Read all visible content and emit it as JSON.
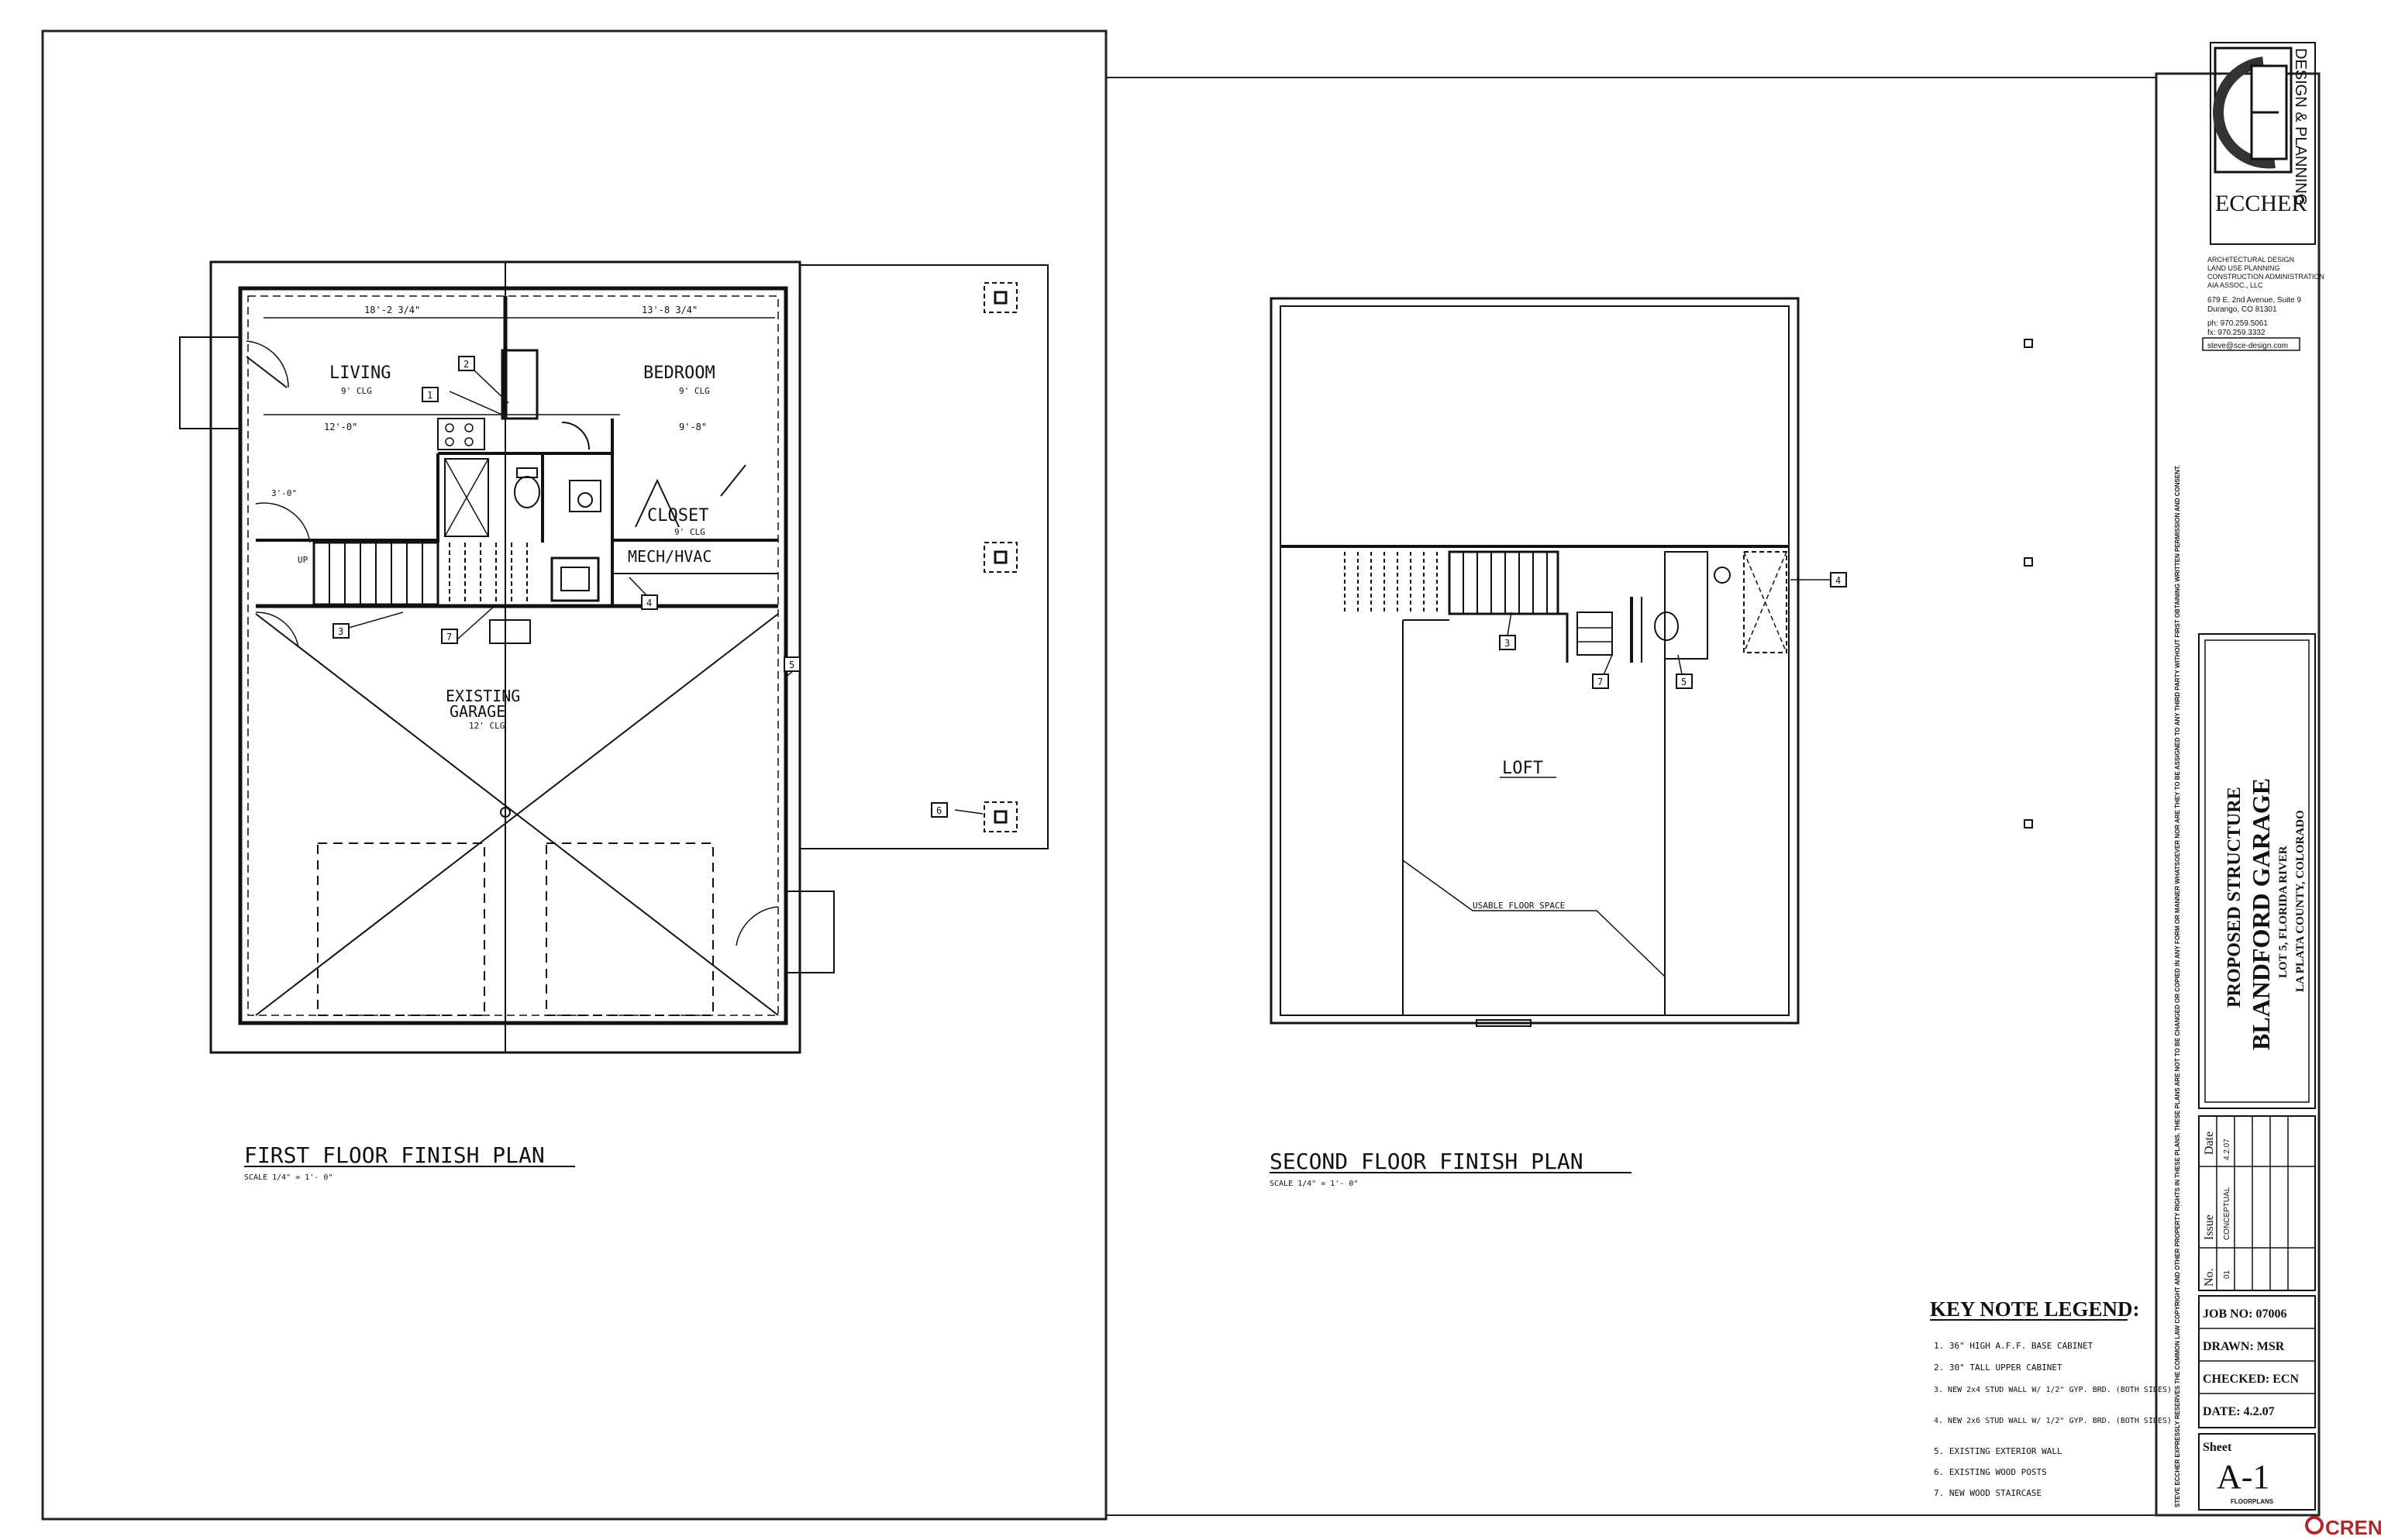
{
  "plans": {
    "first_floor": {
      "title": "FIRST FLOOR FINISH PLAN",
      "scale": "SCALE 1/4\" = 1'- 0\"",
      "rooms": {
        "living": "LIVING",
        "living_ceiling": "9' CLG",
        "bedroom": "BEDROOM",
        "bedroom_ceiling": "9' CLG",
        "closet": "CLOSET",
        "closet_ceiling": "9' CLG",
        "mech": "MECH/HVAC",
        "garage": "EXISTING",
        "garage2": "GARAGE",
        "garage_ceiling": "12' CLG"
      },
      "dims": {
        "living_width": "18'-2 3/4\"",
        "bedroom_width": "13'-8 3/4\"",
        "living_depth": "12'-0\"",
        "bedroom_depth": "9'-8\"",
        "door_a": "3'-0\"",
        "up": "UP"
      },
      "callouts": [
        "1",
        "2",
        "3",
        "4",
        "5",
        "6",
        "7"
      ]
    },
    "second_floor": {
      "title": "SECOND FLOOR FINISH PLAN",
      "scale": "SCALE 1/4\" = 1'- 0\"",
      "loft": "LOFT",
      "usable": "USABLE FLOOR SPACE",
      "callouts": [
        "3",
        "4",
        "5",
        "7"
      ]
    }
  },
  "legend": {
    "title": "KEY NOTE LEGEND:",
    "items": [
      "1.  36\" HIGH A.F.F. BASE CABINET",
      "2.  30\" TALL UPPER CABINET",
      "3.  NEW 2x4 STUD WALL W/ 1/2\" GYP. BRD. (BOTH SIDES)",
      "4.  NEW 2x6 STUD WALL W/ 1/2\" GYP. BRD. (BOTH SIDES)",
      "5.  EXISTING EXTERIOR WALL",
      "6.  EXISTING WOOD POSTS",
      "7.  NEW WOOD STAIRCASE"
    ]
  },
  "titleblock": {
    "firm_name": "ECCHER",
    "firm_tagline": "DESIGN & PLANNING",
    "services": [
      "ARCHITECTURAL DESIGN",
      "LAND USE PLANNING",
      "CONSTRUCTION ADMINISTRATION",
      "AIA ASSOC., LLC"
    ],
    "address1": "679 E. 2nd Avenue, Suite 9",
    "address2": "Durango, CO 81301",
    "phone": "ph: 970.259.5061",
    "fax": "fx: 970.259.3332",
    "email": "steve@sce-design.com",
    "disclaimer": "STEVE ECCHER EXPRESSLY RESERVES THE COMMON LAW COPYRIGHT AND OTHER PROPERTY RIGHTS IN THESE PLANS. THESE PLANS ARE NOT TO BE CHANGED OR COPIED IN ANY FORM OR MANNER WHATSOEVER NOR ARE THEY TO BE ASSIGNED TO ANY THIRD PARTY WITHOUT FIRST OBTAINING WRITTEN PERMISSION AND CONSENT.",
    "project_line1": "PROPOSED STRUCTURE",
    "project_line2": "BLANDFORD GARAGE",
    "project_line3": "LOT 5, FLORIDA RIVER",
    "project_line4": "LA PLATA COUNTY, COLORADO",
    "issue_headers": [
      "No.",
      "Issue",
      "Date"
    ],
    "issue_row": [
      "01",
      "CONCEPTUAL",
      "4.2.07"
    ],
    "job_no": "JOB NO: 07006",
    "drawn": "DRAWN:  MSR",
    "checked": "CHECKED:  ECN",
    "date": "DATE:  4.2.07",
    "sheet_label": "Sheet",
    "sheet_no": "A-1",
    "sheet_name": "FLOORPLANS"
  },
  "watermark": "CREN",
  "colors": {
    "ink": "#111111",
    "watermark": "#b0282c"
  }
}
